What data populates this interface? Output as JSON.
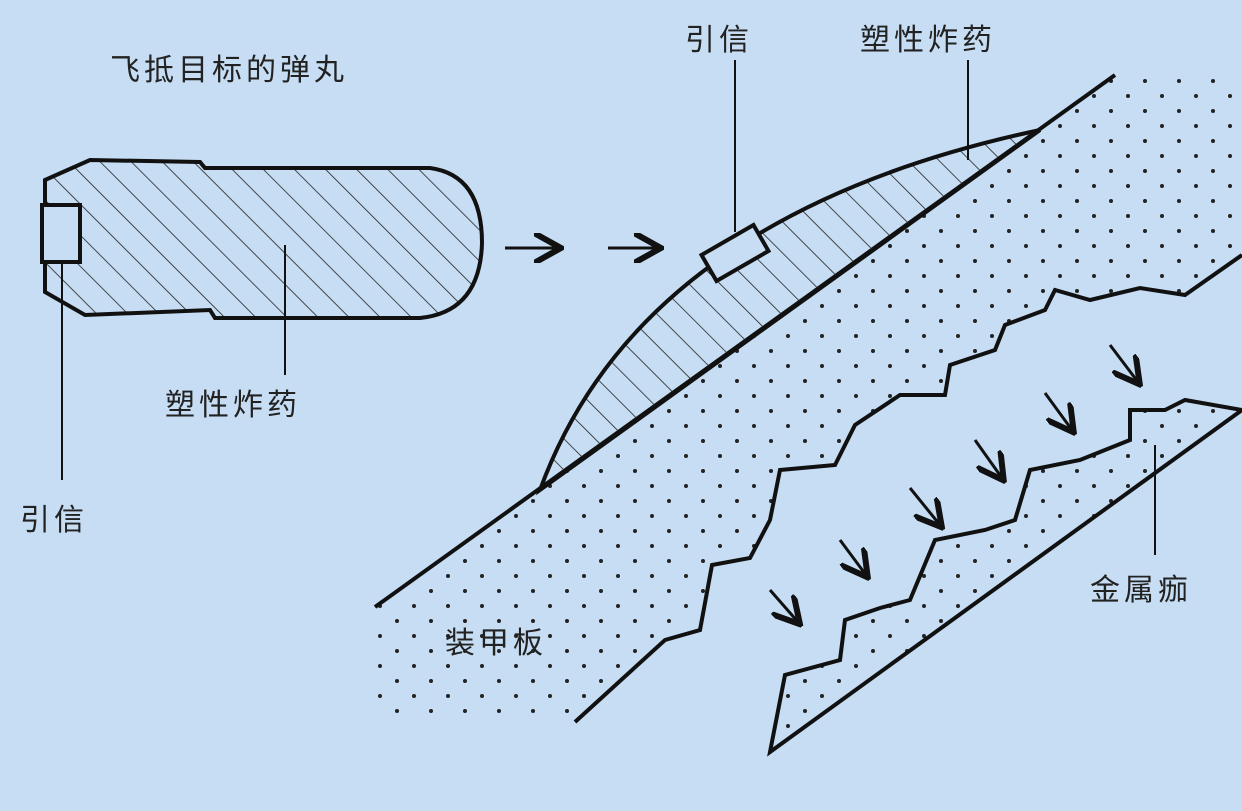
{
  "labels": {
    "projectile_title": "飞抵目标的弹丸",
    "explosive_left": "塑性炸药",
    "fuse_left": "引信",
    "fuse_right": "引信",
    "explosive_right": "塑性炸药",
    "armor_plate": "装甲板",
    "metal_spall": "金属痂"
  },
  "colors": {
    "background": "#c6ddf3",
    "ink": "#111111"
  }
}
